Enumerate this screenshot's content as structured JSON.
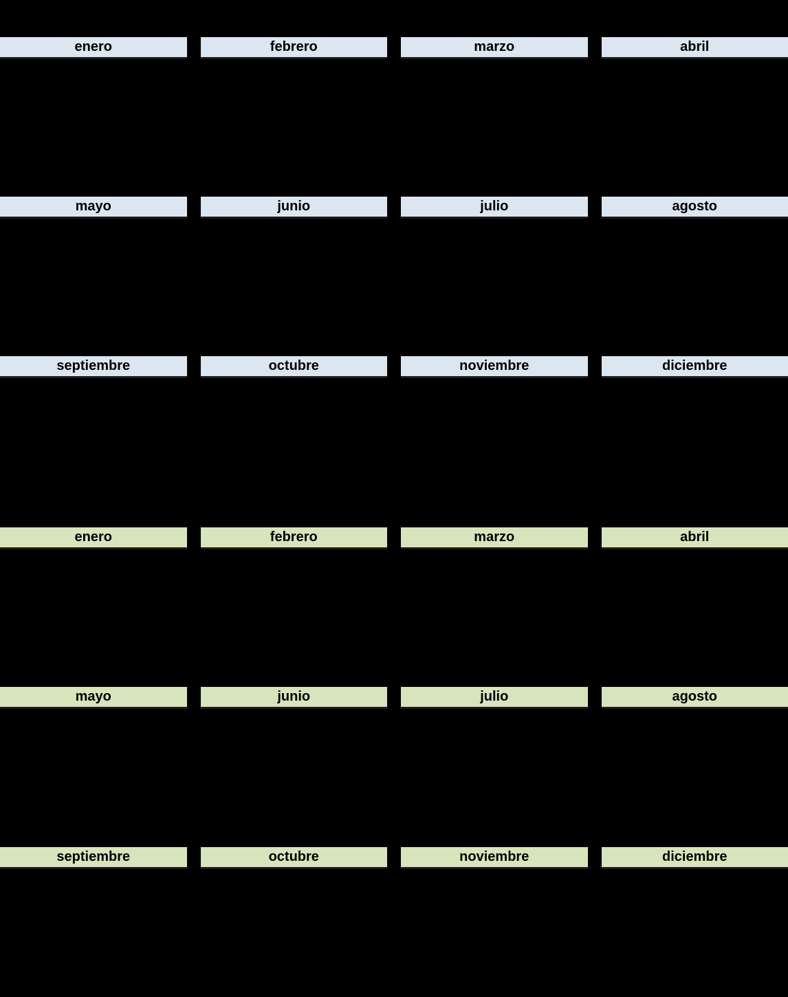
{
  "page": {
    "background_color": "#000000"
  },
  "calendars": [
    {
      "name": "calendar-top",
      "header_bg": "#dce6f1",
      "header_text_color": "#000000",
      "rows": [
        [
          "enero",
          "febrero",
          "marzo",
          "abril"
        ],
        [
          "mayo",
          "junio",
          "julio",
          "agosto"
        ],
        [
          "septiembre",
          "octubre",
          "noviembre",
          "diciembre"
        ]
      ]
    },
    {
      "name": "calendar-bottom",
      "header_bg": "#d8e4bc",
      "header_text_color": "#000000",
      "rows": [
        [
          "enero",
          "febrero",
          "marzo",
          "abril"
        ],
        [
          "mayo",
          "junio",
          "julio",
          "agosto"
        ],
        [
          "septiembre",
          "octubre",
          "noviembre",
          "diciembre"
        ]
      ]
    }
  ]
}
